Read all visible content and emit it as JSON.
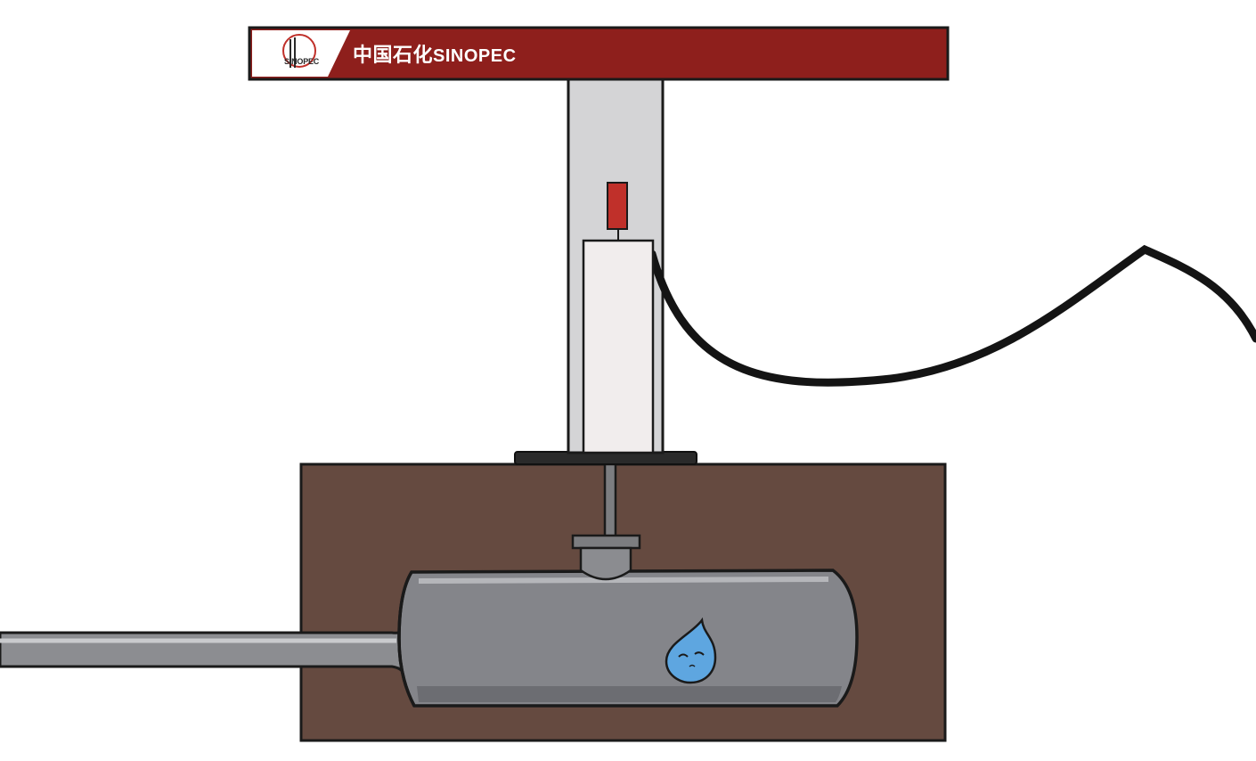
{
  "canopy": {
    "brand_cn": "中国石化",
    "brand_en": "SINOPEC",
    "logo_text": "SINOPEC",
    "color": "#8e1f1c"
  },
  "colors": {
    "soil": "#654a40",
    "tank": "#84858a",
    "tank_highlight": "#b5b6ba",
    "pipe": "#8c8d91",
    "column": "#d4d4d6",
    "pump": "#f1eded",
    "nozzle_red": "#c0302a",
    "hose": "#141414",
    "droplet": "#5ea6e0"
  },
  "characters": {
    "droplet_icon": "sad-water-droplet"
  }
}
